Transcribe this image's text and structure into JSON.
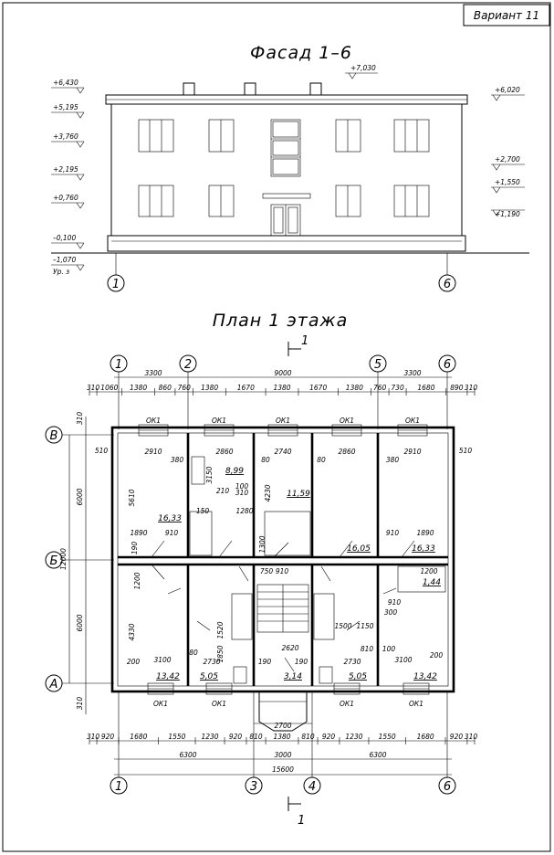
{
  "variant_label": "Вариант 11",
  "facade": {
    "title": "Фасад 1–6",
    "levels_left": [
      "+6,430",
      "+5,195",
      "+3,760",
      "+2,195",
      "+0,760",
      "–0,100",
      "–1,070"
    ],
    "ground_label": "Ур. з",
    "levels_right": [
      "+6,020",
      "+2,700",
      "+1,550",
      "+1,190"
    ],
    "roof_level": "+7,030",
    "axes": [
      "1",
      "6"
    ]
  },
  "plan": {
    "title": "План 1 этажа",
    "section_mark": "1",
    "axes_top": [
      "1",
      "2",
      "5",
      "6"
    ],
    "axes_bottom": [
      "1",
      "3",
      "4",
      "6"
    ],
    "axes_left": [
      "В",
      "Б",
      "А"
    ],
    "top_overall": [
      "3300",
      "9000",
      "3300"
    ],
    "top_detail": [
      "310",
      "1060",
      "1380",
      "860",
      "760",
      "1380",
      "1670",
      "1380",
      "1670",
      "1380",
      "760",
      "730",
      "1680",
      "890",
      "310"
    ],
    "bottom_detail": [
      "310",
      "920",
      "1680",
      "1550",
      "1230",
      "920",
      "810",
      "1380",
      "810",
      "920",
      "1230",
      "1550",
      "1680",
      "920",
      "310"
    ],
    "bottom_mid": [
      "6300",
      "3000",
      "6300"
    ],
    "bottom_total": "15600",
    "stair_dim": "2700",
    "side_total": "12000",
    "side_parts": [
      "6000",
      "6000"
    ],
    "side_small": [
      "310",
      "310"
    ],
    "window_label": "ОК1",
    "rooms": [
      "8,99",
      "11,59",
      "16,33",
      "16,05",
      "16,33",
      "1,44",
      "13,42",
      "5,05",
      "3,14",
      "5,05",
      "13,42"
    ],
    "inner_dims": [
      "2910",
      "2860",
      "2740",
      "2860",
      "2910",
      "510",
      "510",
      "380",
      "380",
      "80",
      "80",
      "5610",
      "3150",
      "4230",
      "1890",
      "910",
      "910",
      "1890",
      "190",
      "1300",
      "750",
      "910",
      "1200",
      "1200",
      "4330",
      "3100",
      "3100",
      "200",
      "200",
      "2730",
      "2730",
      "2620",
      "190",
      "190",
      "1500",
      "1150",
      "810",
      "100",
      "300",
      "910",
      "1520",
      "1850",
      "80",
      "100",
      "310",
      "150",
      "210",
      "1280"
    ]
  }
}
